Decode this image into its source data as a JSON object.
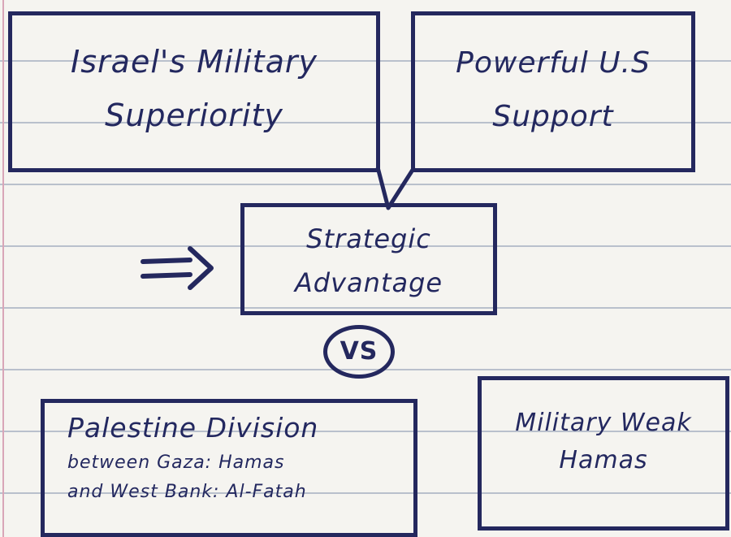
{
  "diagram": {
    "box_military": {
      "line1": "Israel's Military",
      "line2": "Superiority"
    },
    "box_us_support": {
      "line1": "Powerful U.S",
      "line2": "Support"
    },
    "box_strategic": {
      "line1": "Strategic",
      "line2": "Advantage"
    },
    "vs_label": "VS",
    "box_palestine": {
      "title": "Palestine Division",
      "line2": "between Gaza: Hamas",
      "line3": "and West Bank: Al-Fatah"
    },
    "box_hamas": {
      "line1": "Military Weak",
      "line2": "Hamas"
    }
  },
  "colors": {
    "ink": "#24285e",
    "paper": "#f5f4f0",
    "rule": "#b9c0cc",
    "margin": "#d9a6b8"
  }
}
